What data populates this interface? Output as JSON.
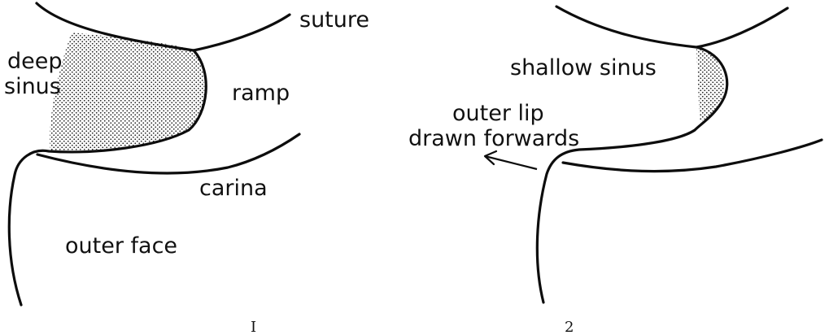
{
  "figure_1": {
    "labels": {
      "suture": "suture",
      "deep_1": "deep",
      "deep_2": "sinus",
      "ramp": "ramp",
      "carina": "carina",
      "outer_face": "outer face"
    },
    "number": "I"
  },
  "figure_2": {
    "labels": {
      "shallow_sinus": "shallow sinus",
      "outer_lip_1": "outer lip",
      "outer_lip_2": "drawn forwards"
    },
    "number": "2"
  },
  "colors": {
    "line": "#0d0d0d",
    "stipple": "#222222",
    "background": "#ffffff"
  }
}
